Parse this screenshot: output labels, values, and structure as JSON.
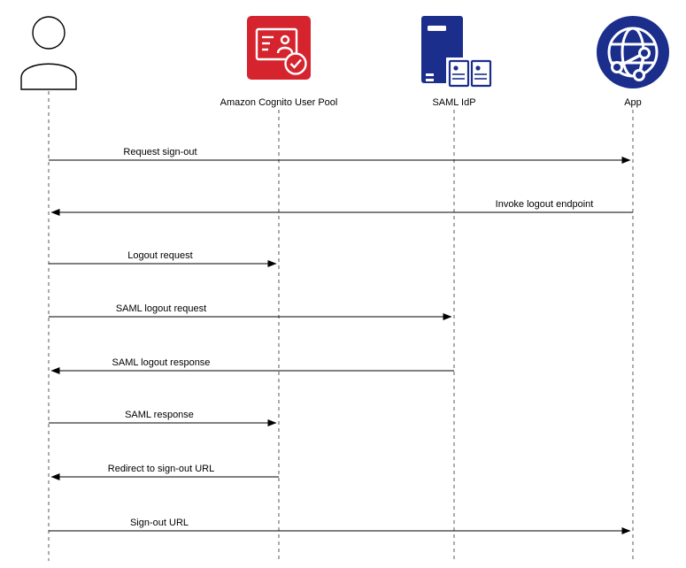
{
  "diagram": {
    "type": "sequence-diagram",
    "actors": [
      {
        "id": "user",
        "label": "",
        "icon": "person-icon"
      },
      {
        "id": "cognito",
        "label": "Amazon Cognito User Pool",
        "icon": "cognito-icon"
      },
      {
        "id": "saml",
        "label": "SAML IdP",
        "icon": "idp-server-icon"
      },
      {
        "id": "app",
        "label": "App",
        "icon": "globe-network-icon"
      }
    ],
    "messages": [
      {
        "label": "Request sign-out",
        "from": "User",
        "to": "App"
      },
      {
        "label": "Invoke logout endpoint",
        "from": "App",
        "to": "User"
      },
      {
        "label": "Logout request",
        "from": "User",
        "to": "Amazon Cognito User Pool"
      },
      {
        "label": "SAML logout request",
        "from": "User",
        "to": "SAML IdP"
      },
      {
        "label": "SAML logout response",
        "from": "SAML IdP",
        "to": "User"
      },
      {
        "label": "SAML response",
        "from": "User",
        "to": "Amazon Cognito User Pool"
      },
      {
        "label": "Redirect to sign-out URL",
        "from": "Amazon Cognito User Pool",
        "to": "User"
      },
      {
        "label": "Sign-out URL",
        "from": "User",
        "to": "App"
      }
    ],
    "colors": {
      "cognito_red": "#D6242E",
      "navy": "#1B2E8C",
      "arrow": "#000000",
      "lifeline": "#595959"
    }
  }
}
